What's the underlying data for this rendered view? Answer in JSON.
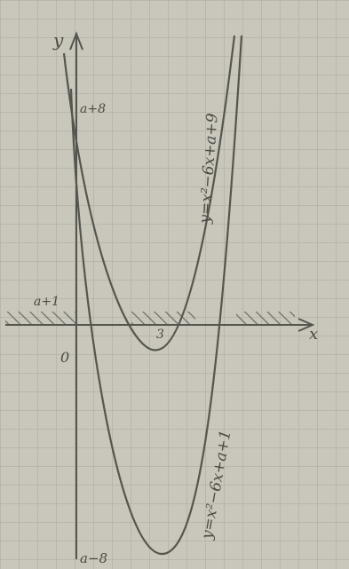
{
  "axes": {
    "y_label": "y",
    "x_label": "x",
    "origin_label": "0",
    "vertex_label": "3"
  },
  "levels": {
    "a_plus_8": "a+8",
    "a_plus_1": "a+1",
    "a_minus_8": "a−8"
  },
  "curves": {
    "upper_equation": "y=x²−6x+a+9",
    "lower_equation": "y=x²−6x+a+1"
  },
  "colors": {
    "paper": "#c9c6bb",
    "grid": "#a9a79e",
    "ink": "#55564f",
    "hatch": "#6b6b63"
  }
}
